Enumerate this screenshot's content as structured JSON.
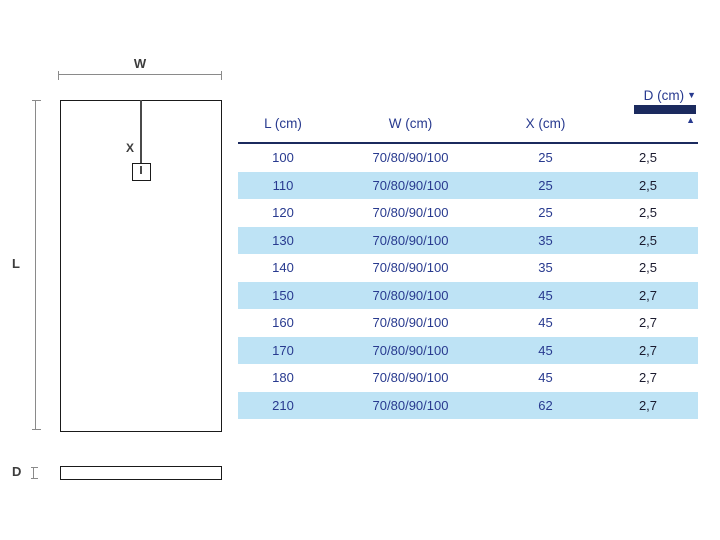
{
  "diagram": {
    "w_label": "W",
    "l_label": "L",
    "x_label": "X",
    "d_label": "D"
  },
  "table": {
    "headers": [
      "L (cm)",
      "W (cm)",
      "X (cm)",
      "D (cm)"
    ],
    "d_header": {
      "arrow_down": "▼",
      "arrow_up": "▲"
    },
    "rows": [
      [
        "100",
        "70/80/90/100",
        "25",
        "2,5"
      ],
      [
        "110",
        "70/80/90/100",
        "25",
        "2,5"
      ],
      [
        "120",
        "70/80/90/100",
        "25",
        "2,5"
      ],
      [
        "130",
        "70/80/90/100",
        "35",
        "2,5"
      ],
      [
        "140",
        "70/80/90/100",
        "35",
        "2,5"
      ],
      [
        "150",
        "70/80/90/100",
        "45",
        "2,7"
      ],
      [
        "160",
        "70/80/90/100",
        "45",
        "2,7"
      ],
      [
        "170",
        "70/80/90/100",
        "45",
        "2,7"
      ],
      [
        "180",
        "70/80/90/100",
        "45",
        "2,7"
      ],
      [
        "210",
        "70/80/90/100",
        "62",
        "2,7"
      ]
    ]
  },
  "colors": {
    "accent_text": "#283A8F",
    "row_alt_bg": "#BEE3F5",
    "divider": "#1B2A5E",
    "d_value_text": "#1A1A2E"
  }
}
